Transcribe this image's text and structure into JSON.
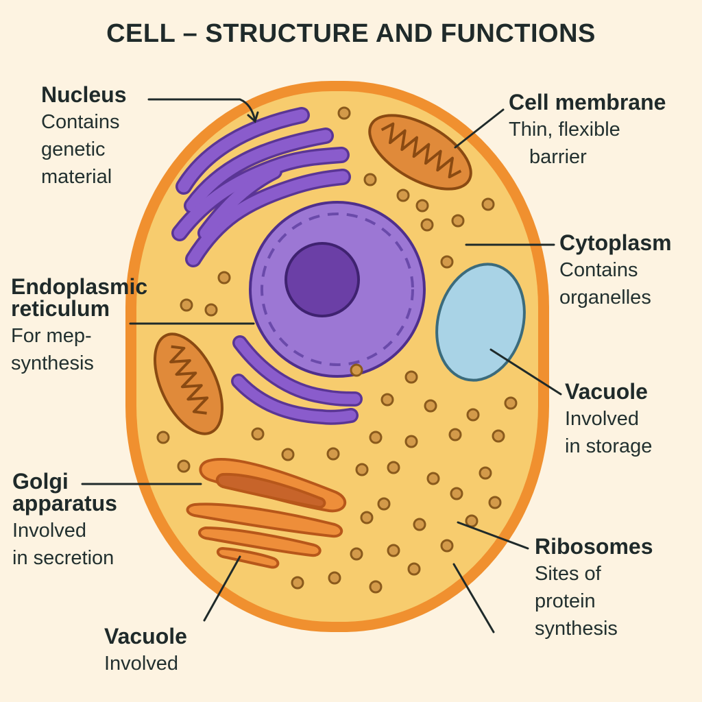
{
  "title": "CELL – STRUCTURE AND FUNCTIONS",
  "colors": {
    "background": "#fdf3e1",
    "cell_membrane": "#f0902f",
    "cytoplasm": "#f7cc6e",
    "nucleus": "#9c77d4",
    "nucleolus": "#6b3fa6",
    "endoplasmic_reticulum": "#8456c9",
    "mitochondria": "#e08a3a",
    "golgi": "#ee8e3a",
    "vacuole": "#a9d3e6",
    "ribosome": "#d39a4a",
    "leader_line": "#1f2a2a"
  },
  "labels": {
    "nucleus": {
      "name": "Nucleus",
      "desc": [
        "Contains",
        "genetic",
        "material"
      ]
    },
    "cell_membrane": {
      "name": "Cell membrane",
      "desc": [
        "Thin, flexible",
        "barrier"
      ]
    },
    "cytoplasm": {
      "name": "Cytoplasm",
      "desc": [
        "Contains",
        "organelles"
      ]
    },
    "er": {
      "name": [
        "Endoplasmic",
        "reticulum"
      ],
      "desc": [
        "For mep-",
        "synthesis"
      ]
    },
    "vacuole_right": {
      "name": "Vacuole",
      "desc": [
        "Involved",
        "in storage"
      ]
    },
    "golgi": {
      "name": [
        "Golgi",
        "apparatus"
      ],
      "desc": [
        "Involved",
        "in secretion"
      ]
    },
    "ribosomes": {
      "name": "Ribosomes",
      "desc": [
        "Sites of",
        "protein",
        "synthesis"
      ]
    },
    "vacuole_bottom": {
      "name": "Vacuole",
      "desc": [
        "Involved"
      ]
    }
  }
}
